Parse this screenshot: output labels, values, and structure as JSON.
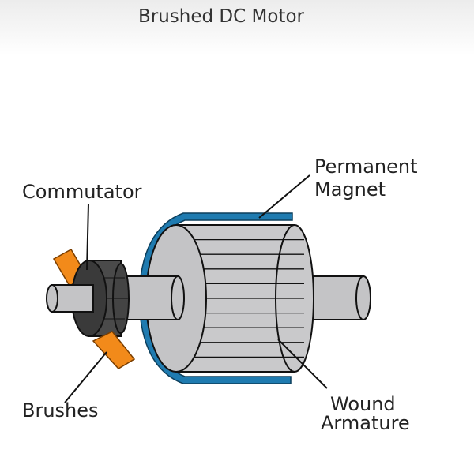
{
  "title": "Brushed DC Motor",
  "labels": {
    "commutator": "Commutator",
    "magnet_line1": "Permanent",
    "magnet_line2": "Magnet",
    "brushes": "Brushes",
    "armature_line1": "Wound",
    "armature_line2": "Armature"
  },
  "colors": {
    "magnet": "#1f7bb0",
    "brush": "#f28a1a",
    "commutator": "#3a3a3a",
    "armature": "#c9c9cb",
    "shaft": "#c4c4c6"
  }
}
